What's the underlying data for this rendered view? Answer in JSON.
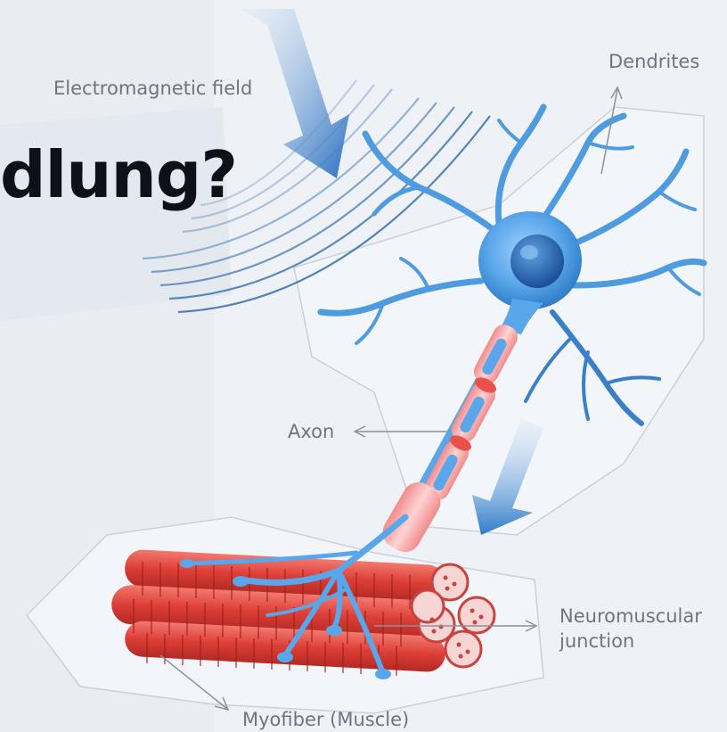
{
  "headline": "dlung?",
  "labels": {
    "field": "Electromagnetic field",
    "dendrites": "Dendrites",
    "axon": "Axon",
    "junction_line1": "Neuromuscular",
    "junction_line2": "junction",
    "myofiber": "Myofiber (Muscle)"
  },
  "colors": {
    "background": "#eef2f6",
    "neuron": "#4f9be0",
    "neuron_dark": "#2166b5",
    "muscle": "#e2483f",
    "myelin": "#f6a4a4",
    "field_lines": "#2a65a8",
    "label_text": "#6e7580"
  }
}
